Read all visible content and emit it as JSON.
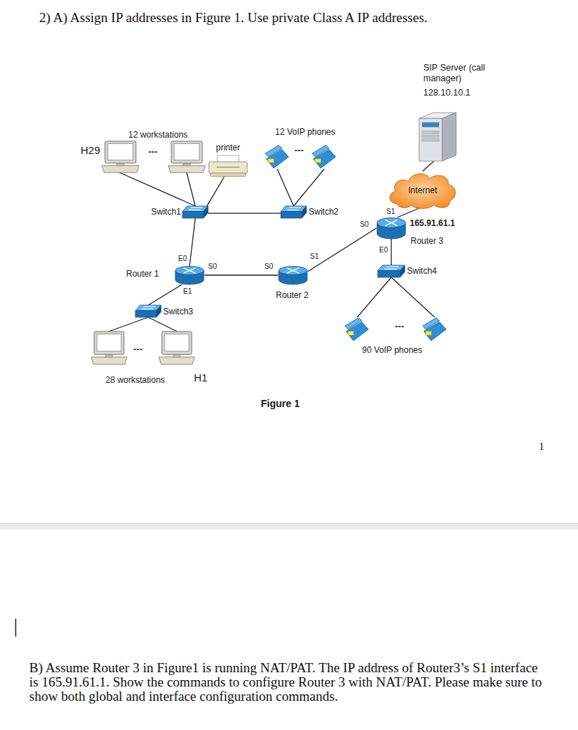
{
  "diagram": {
    "title": "2) A) Assign IP addresses in Figure 1. Use private Class A IP addresses.",
    "caption": "Figure 1",
    "nodes": [
      {
        "text": [
          "SIP Server (call manager)",
          "128.10.10.1"
        ]
      },
      {
        "text": [
          "12 workstations"
        ]
      },
      {
        "text": [
          "printer"
        ]
      },
      {
        "text": [
          "12 VoIP phones"
        ]
      },
      {
        "text": [
          "Internet"
        ]
      },
      {
        "text": [
          "Switch1"
        ]
      },
      {
        "text": [
          "Switch2"
        ]
      },
      {
        "text": [
          "Router 3"
        ]
      },
      {
        "text": [
          "Router 1"
        ]
      },
      {
        "text": [
          "Router 2"
        ]
      },
      {
        "text": [
          "Switch4"
        ]
      },
      {
        "text": [
          "Switch3"
        ]
      },
      {
        "text": [
          "90 VoIP phones"
        ]
      },
      {
        "text": [
          "28 workstations"
        ]
      }
    ],
    "edges": [
      {
        "from": 1,
        "to": 5,
        "arrow": "none"
      },
      {
        "from": 2,
        "to": 5,
        "arrow": "none"
      },
      {
        "from": 5,
        "to": 6,
        "arrow": "none"
      },
      {
        "from": 3,
        "to": 6,
        "arrow": "none"
      },
      {
        "from": 5,
        "to": 8,
        "arrow": "none"
      },
      {
        "from": 8,
        "to": 9,
        "arrow": "none"
      },
      {
        "from": 8,
        "to": 11,
        "arrow": "none"
      },
      {
        "from": 11,
        "to": 13,
        "arrow": "none"
      },
      {
        "from": 9,
        "to": 7,
        "arrow": "none"
      },
      {
        "from": 7,
        "to": 4,
        "arrow": "none"
      },
      {
        "from": 4,
        "to": 0,
        "arrow": "none"
      },
      {
        "from": 7,
        "to": 10,
        "arrow": "none"
      },
      {
        "from": 10,
        "to": 12,
        "arrow": "none"
      }
    ],
    "labels": [
      "H29",
      "---",
      "---",
      "165.91.61.1",
      "S1",
      "S0",
      "E0",
      "E0",
      "S0",
      "S0",
      "S1",
      "E1",
      "---",
      "---",
      "H1",
      "1",
      "B) Assume Router 3 in Figure1 is running NAT/PAT. The IP address of Router3’s S1 interface is 165.91.61.1. Show the commands to configure Router 3 with NAT/PAT. Please make sure to show both global and interface configuration commands."
    ]
  }
}
